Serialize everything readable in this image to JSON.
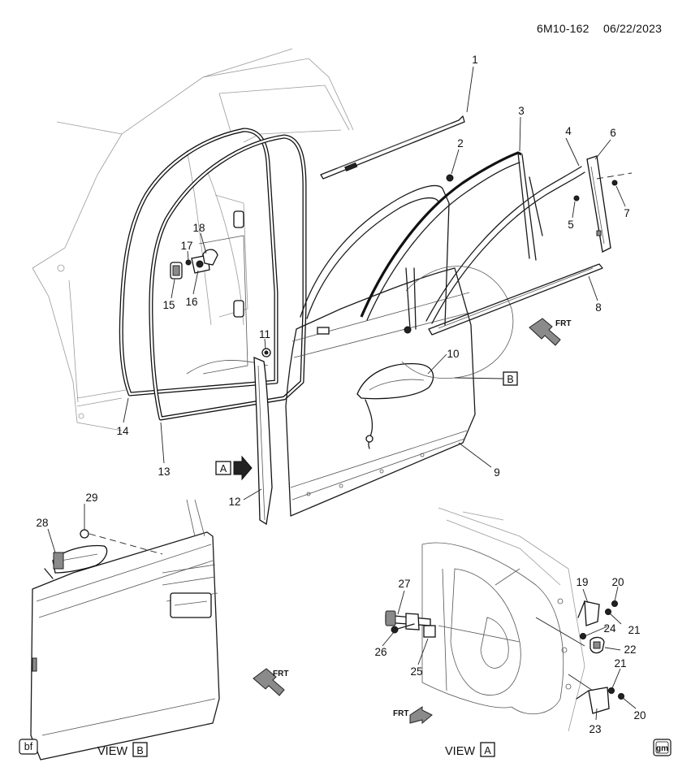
{
  "header": {
    "code": "6M10-162",
    "date": "06/22/2023"
  },
  "callouts": [
    "1",
    "2",
    "3",
    "4",
    "5",
    "6",
    "7",
    "8",
    "9",
    "10",
    "11",
    "12",
    "13",
    "14",
    "15",
    "16",
    "17",
    "18",
    "19",
    "20",
    "20",
    "21",
    "21",
    "22",
    "23",
    "24",
    "25",
    "26",
    "27",
    "28",
    "29"
  ],
  "view_refs": {
    "a_box": "A",
    "b_box": "B"
  },
  "views": {
    "view_b_prefix": "VIEW",
    "view_b_box": "B",
    "view_a_prefix": "VIEW",
    "view_a_box": "A"
  },
  "arrows": {
    "frt": "FRT"
  },
  "badges": {
    "body_style": "bf",
    "brand": "gm"
  }
}
